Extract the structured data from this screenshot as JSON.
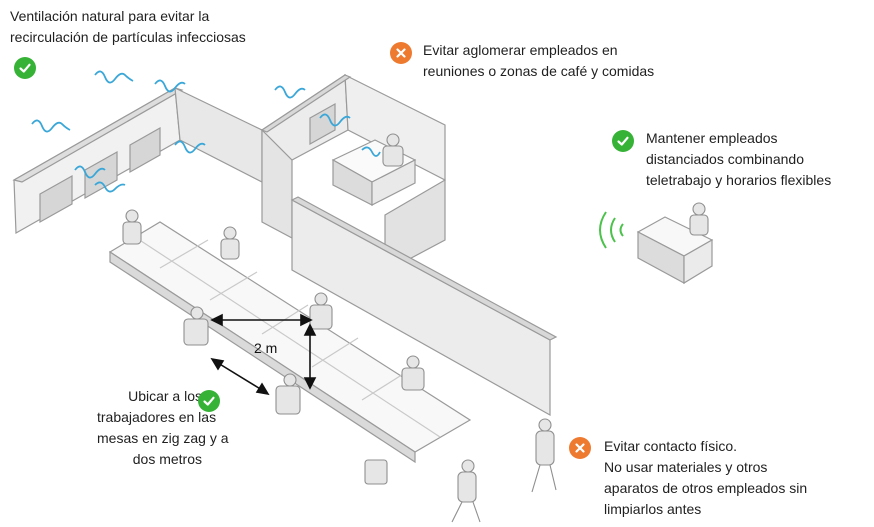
{
  "callouts": {
    "ventilation": {
      "lines": [
        "Ventilación natural para evitar la",
        "recirculación de partículas infecciosas"
      ],
      "status": "ok"
    },
    "avoid_crowding": {
      "lines": [
        "Evitar aglomerar empleados en",
        "reuniones o zonas de café y comidas"
      ],
      "status": "avoid"
    },
    "distancing": {
      "lines": [
        "Mantener empleados",
        "distanciados combinando",
        "teletrabajo y horarios flexibles"
      ],
      "status": "ok"
    },
    "zigzag": {
      "lines": [
        "Ubicar a los",
        "trabajadores en las",
        "mesas en zig zag y a",
        "dos metros"
      ],
      "status": "ok"
    },
    "contact": {
      "lines": [
        "Evitar contacto físico.",
        "No usar materiales y otros",
        "aparatos de otros empleados sin",
        "limpiarlos antes"
      ],
      "status": "avoid"
    }
  },
  "distance_label": "2 m",
  "colors": {
    "ok": "#36b336",
    "avoid": "#ee7a30",
    "airflow": "#3aa7d8",
    "signal": "#4cc24c"
  },
  "icons": {
    "ok": "check-icon",
    "avoid": "cross-icon"
  }
}
